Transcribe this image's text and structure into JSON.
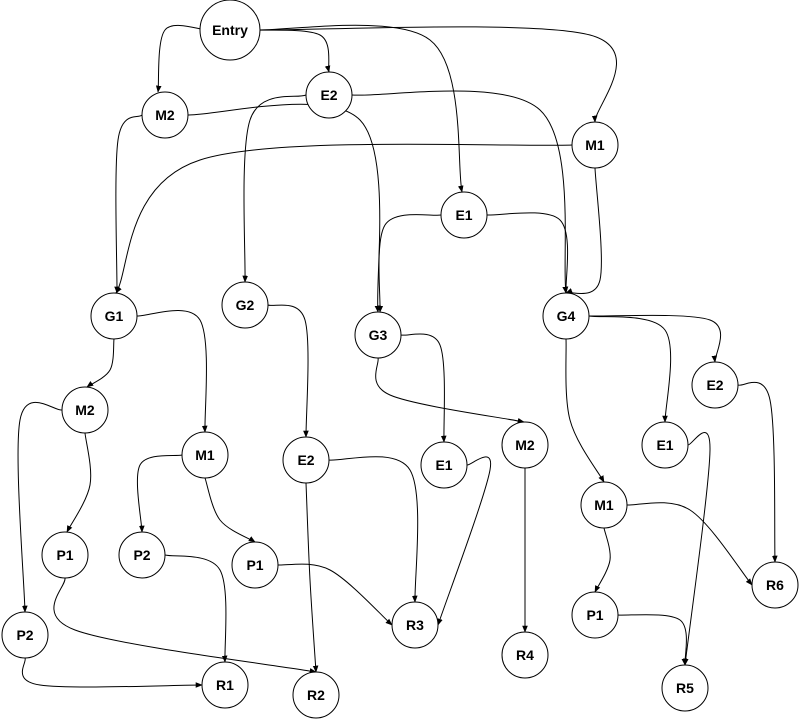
{
  "diagram": {
    "colors": {
      "stroke": "#000000",
      "fill": "#ffffff"
    },
    "nodes": [
      {
        "id": "entry",
        "label": "Entry"
      },
      {
        "id": "m2_top",
        "label": "M2"
      },
      {
        "id": "e2_top",
        "label": "E2"
      },
      {
        "id": "m1_top",
        "label": "M1"
      },
      {
        "id": "e1_mid",
        "label": "E1"
      },
      {
        "id": "g1",
        "label": "G1"
      },
      {
        "id": "g2",
        "label": "G2"
      },
      {
        "id": "g3",
        "label": "G3"
      },
      {
        "id": "g4",
        "label": "G4"
      },
      {
        "id": "e2_g4",
        "label": "E2"
      },
      {
        "id": "m2_g1",
        "label": "M2"
      },
      {
        "id": "m1_g1",
        "label": "M1"
      },
      {
        "id": "e2_g2",
        "label": "E2"
      },
      {
        "id": "e1_g3",
        "label": "E1"
      },
      {
        "id": "m2_g3",
        "label": "M2"
      },
      {
        "id": "e1_g4",
        "label": "E1"
      },
      {
        "id": "m1_g4",
        "label": "M1"
      },
      {
        "id": "p1_m2",
        "label": "P1"
      },
      {
        "id": "p2_m1",
        "label": "P2"
      },
      {
        "id": "p1_m1",
        "label": "P1"
      },
      {
        "id": "p2_m2",
        "label": "P2"
      },
      {
        "id": "p1_g4",
        "label": "P1"
      },
      {
        "id": "r1",
        "label": "R1"
      },
      {
        "id": "r2",
        "label": "R2"
      },
      {
        "id": "r3",
        "label": "R3"
      },
      {
        "id": "r4",
        "label": "R4"
      },
      {
        "id": "r5",
        "label": "R5"
      },
      {
        "id": "r6",
        "label": "R6"
      }
    ],
    "edges": [
      {
        "from": "entry",
        "to": "m2_top"
      },
      {
        "from": "entry",
        "to": "e2_top"
      },
      {
        "from": "entry",
        "to": "e1_mid"
      },
      {
        "from": "entry",
        "to": "m1_top"
      },
      {
        "from": "m2_top",
        "to": "g1"
      },
      {
        "from": "m2_top",
        "to": "g3"
      },
      {
        "from": "e2_top",
        "to": "g2"
      },
      {
        "from": "e2_top",
        "to": "g4"
      },
      {
        "from": "m1_top",
        "to": "g1"
      },
      {
        "from": "m1_top",
        "to": "g4"
      },
      {
        "from": "e1_mid",
        "to": "g3"
      },
      {
        "from": "e1_mid",
        "to": "g4"
      },
      {
        "from": "g1",
        "to": "m2_g1"
      },
      {
        "from": "g1",
        "to": "m1_g1"
      },
      {
        "from": "g2",
        "to": "e2_g2"
      },
      {
        "from": "g3",
        "to": "e1_g3"
      },
      {
        "from": "g3",
        "to": "m2_g3"
      },
      {
        "from": "g4",
        "to": "e2_g4"
      },
      {
        "from": "g4",
        "to": "e1_g4"
      },
      {
        "from": "g4",
        "to": "m1_g4"
      },
      {
        "from": "m2_g1",
        "to": "p1_m2"
      },
      {
        "from": "m2_g1",
        "to": "p2_m2"
      },
      {
        "from": "m1_g1",
        "to": "p2_m1"
      },
      {
        "from": "m1_g1",
        "to": "p1_m1"
      },
      {
        "from": "p2_m1",
        "to": "r1"
      },
      {
        "from": "p2_m2",
        "to": "r1"
      },
      {
        "from": "p1_m2",
        "to": "r2"
      },
      {
        "from": "e2_g2",
        "to": "r2"
      },
      {
        "from": "e2_g2",
        "to": "r3"
      },
      {
        "from": "p1_m1",
        "to": "r3"
      },
      {
        "from": "e1_g3",
        "to": "r3"
      },
      {
        "from": "m2_g3",
        "to": "r4"
      },
      {
        "from": "m1_g4",
        "to": "p1_g4"
      },
      {
        "from": "m1_g4",
        "to": "r6"
      },
      {
        "from": "e1_g4",
        "to": "r5"
      },
      {
        "from": "p1_g4",
        "to": "r5"
      },
      {
        "from": "e2_g4",
        "to": "r6"
      }
    ]
  }
}
